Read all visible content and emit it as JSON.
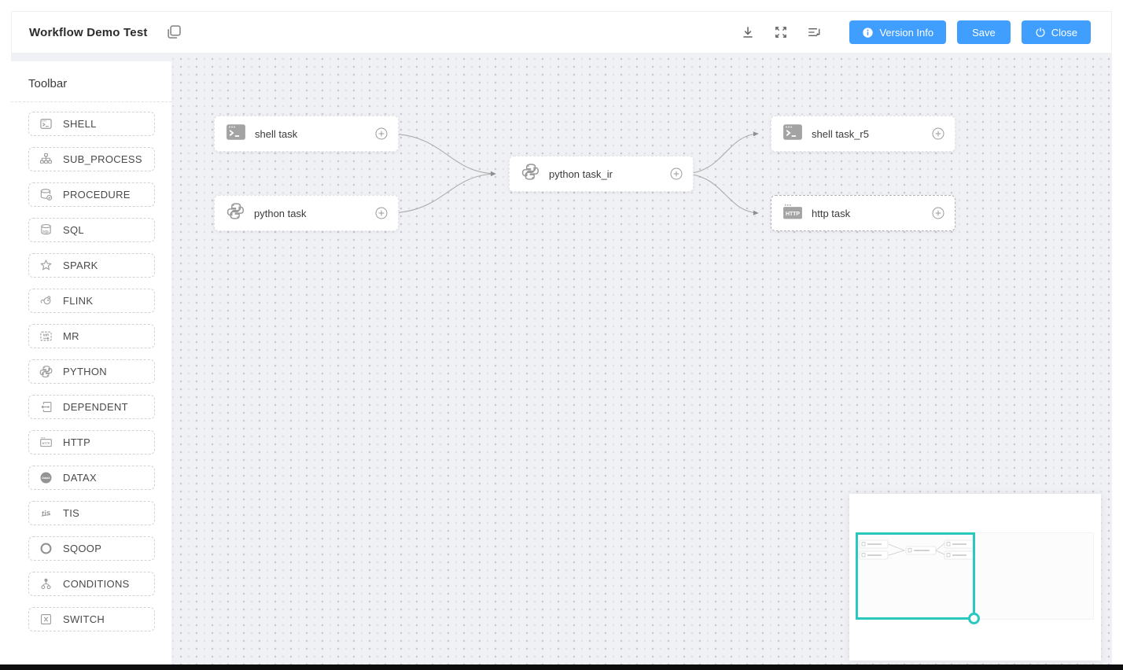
{
  "header": {
    "title": "Workflow Demo Test",
    "buttons": {
      "version_info": "Version Info",
      "save": "Save",
      "close": "Close"
    }
  },
  "sidebar": {
    "title": "Toolbar",
    "items": [
      {
        "label": "SHELL",
        "icon": "shell-icon"
      },
      {
        "label": "SUB_PROCESS",
        "icon": "sub-process-icon"
      },
      {
        "label": "PROCEDURE",
        "icon": "procedure-icon"
      },
      {
        "label": "SQL",
        "icon": "sql-icon"
      },
      {
        "label": "SPARK",
        "icon": "spark-icon"
      },
      {
        "label": "FLINK",
        "icon": "flink-icon"
      },
      {
        "label": "MR",
        "icon": "mr-icon"
      },
      {
        "label": "PYTHON",
        "icon": "python-icon"
      },
      {
        "label": "DEPENDENT",
        "icon": "dependent-icon"
      },
      {
        "label": "HTTP",
        "icon": "http-icon"
      },
      {
        "label": "DATAX",
        "icon": "datax-icon"
      },
      {
        "label": "TIS",
        "icon": "tis-icon"
      },
      {
        "label": "SQOOP",
        "icon": "sqoop-icon"
      },
      {
        "label": "CONDITIONS",
        "icon": "conditions-icon"
      },
      {
        "label": "SWITCH",
        "icon": "switch-icon"
      }
    ]
  },
  "canvas": {
    "nodes": [
      {
        "label": "shell task",
        "type": "shell"
      },
      {
        "label": "python task",
        "type": "python"
      },
      {
        "label": "python task_ir",
        "type": "python"
      },
      {
        "label": "shell task_r5",
        "type": "shell"
      },
      {
        "label": "http task",
        "type": "http"
      }
    ],
    "edges": [
      {
        "from": "shell task",
        "to": "python task_ir"
      },
      {
        "from": "python task",
        "to": "python task_ir"
      },
      {
        "from": "python task_ir",
        "to": "shell task_r5"
      },
      {
        "from": "python task_ir",
        "to": "http task"
      }
    ]
  },
  "colors": {
    "primary_blue": "#409eff",
    "minimap_viewport_teal": "#2bc8c0",
    "canvas_background": "#f0f1f5"
  }
}
